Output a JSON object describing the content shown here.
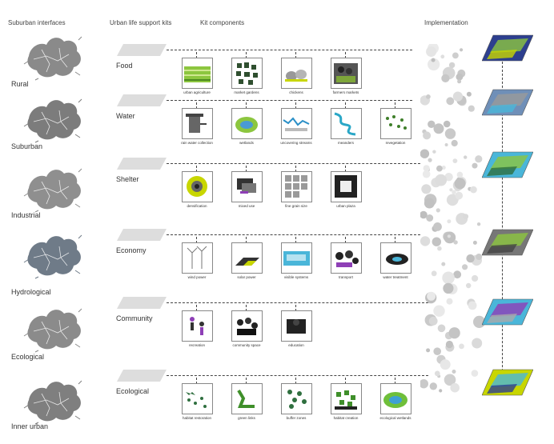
{
  "headers": {
    "interfaces": "Suburban interfaces",
    "kits": "Urban life support kits",
    "components": "Kit components",
    "implementation": "Implementation"
  },
  "interfaces": [
    "Rural",
    "Suburban",
    "Industrial",
    "Hydrological",
    "Ecological",
    "Inner urban"
  ],
  "kits": [
    {
      "name": "Food",
      "components": [
        "urban agriculture",
        "market gardens",
        "chickens",
        "farmers markets"
      ]
    },
    {
      "name": "Water",
      "components": [
        "rain water collection",
        "wetlands",
        "uncovering streams",
        "meanders",
        "revegetation"
      ]
    },
    {
      "name": "Shelter",
      "components": [
        "densification",
        "mixed use",
        "fine grain size",
        "urban plaza"
      ]
    },
    {
      "name": "Economy",
      "components": [
        "wind power",
        "solar power",
        "visible systems",
        "transport",
        "water treatment"
      ]
    },
    {
      "name": "Community",
      "components": [
        "recreation",
        "community space",
        "education"
      ]
    },
    {
      "name": "Ecological",
      "components": [
        "habitat restoration",
        "green links",
        "buffer zones",
        "habitat creation",
        "ecological wetlands"
      ]
    }
  ]
}
